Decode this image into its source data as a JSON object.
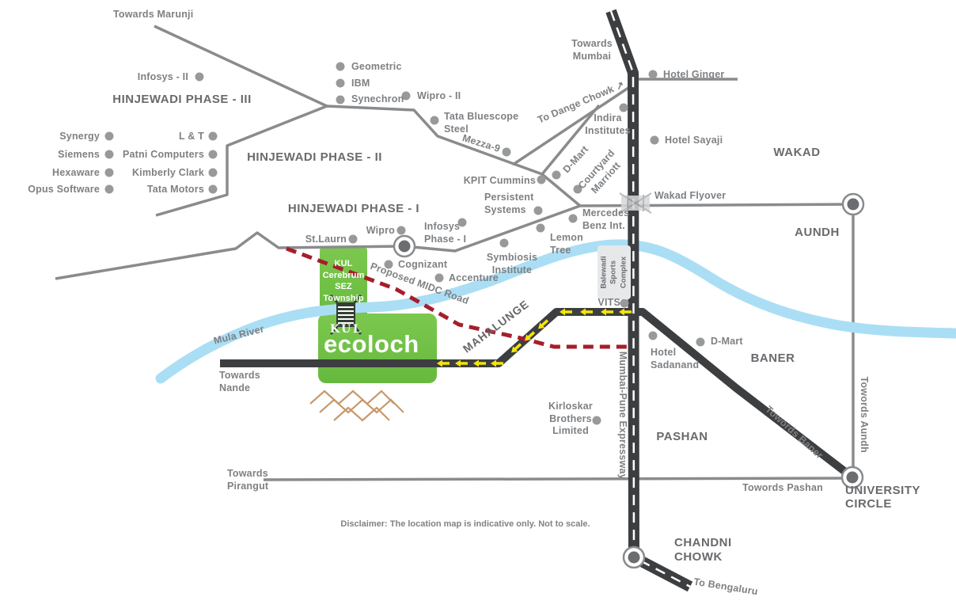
{
  "logo": {
    "brand": "KUL",
    "name": "ecoloch"
  },
  "township": {
    "label": "KUL\nCerebrum\nSEZ\nTownship"
  },
  "regions": {
    "phase3": "HINJEWADI PHASE - III",
    "phase2": "HINJEWADI PHASE - II",
    "phase1": "HINJEWADI PHASE - I",
    "wakad": "WAKAD",
    "aundh": "AUNDH",
    "baner": "BANER",
    "pashan": "PASHAN",
    "mahalunge": "MAHALUNGE",
    "chandni_chowk": "CHANDNI\nCHOWK",
    "university_circle": "UNIVERSITY\nCIRCLE"
  },
  "directions": {
    "marunji": "Towards Marunji",
    "mumbai": "Towards\nMumbai",
    "nande": "Towards\nNande",
    "pirangut": "Towards\nPirangut",
    "bengaluru": "To Bengaluru",
    "dange_chowk": "To Dange Chowk ↗",
    "towords_baner": "Towords Baner",
    "towords_pashan": "Towords Pashan",
    "towords_aundh": "Towords Aundh"
  },
  "roads": {
    "proposed_midc": "Proposed MIDC Road",
    "expressway": "Mumbai-Pune Expressway",
    "wakad_flyover": "Wakad Flyover",
    "mula_river": "Mula River"
  },
  "pois": {
    "infosys_ii": "Infosys - II",
    "synergy": "Synergy",
    "siemens": "Siemens",
    "hexaware": "Hexaware",
    "opus_software": "Opus Software",
    "l_and_t": "L & T",
    "patni": "Patni Computers",
    "kimberly": "Kimberly Clark",
    "tata_motors": "Tata Motors",
    "geometric": "Geometric",
    "ibm": "IBM",
    "synechron": "Synechron",
    "wipro_ii": "Wipro - II",
    "tata_bluescope": "Tata Bluescope\nSteel",
    "mezza9": "Mezza-9",
    "indira": "Indira\nInstitutes",
    "hotel_ginger": "Hotel Ginger",
    "hotel_sayaji": "Hotel Sayaji",
    "d_mart_hinjewadi": "D-Mart",
    "courtyard": "Courtyard\nMarriott",
    "kpit": "KPIT Cummins",
    "persistent": "Persistent\nSystems",
    "mercedes": "Mercedes\nBenz Int.",
    "lemon_tree": "Lemon\nTree",
    "wipro": "Wipro",
    "st_laurn": "St.Laurn",
    "infosys_phase1": "Infosys\nPhase - I",
    "cognizant": "Cognizant",
    "symbiosis": "Symbiosis\nInstitute",
    "accenture": "Accenture",
    "balewadi": "Balewadi\nSports\nComplex",
    "vits": "VITS",
    "hotel_sadanand": "Hotel\nSadanand",
    "d_mart_baner": "D-Mart",
    "kirloskar": "Kirloskar\nBrothers\nLimited"
  },
  "disclaimer": "Disclaimer: The location map is indicative only. Not to scale.",
  "colors": {
    "project_green": "#6fbe45",
    "river_blue": "#aadef5",
    "road_dark": "#3d3e40",
    "road_gray": "#8a8b8d",
    "proposed_road_red": "#a61e2b",
    "one_way_yellow": "#f3e50a",
    "label_gray": "#7e8083",
    "mountain_tan": "#c8996d"
  }
}
